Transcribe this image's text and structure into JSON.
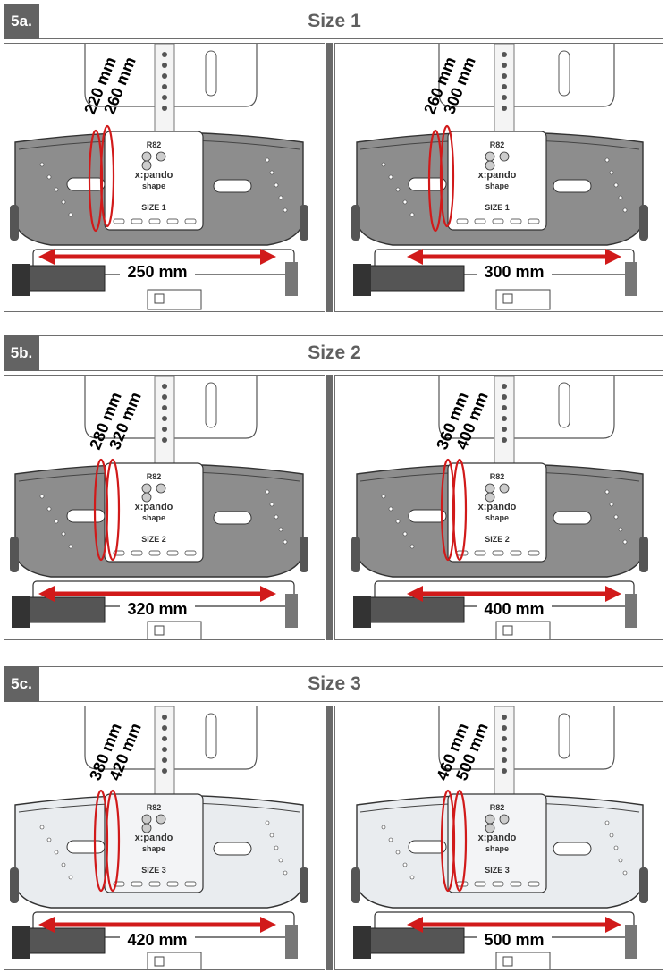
{
  "sections": [
    {
      "tag": "5a.",
      "title": "Size 1",
      "size_label": "SIZE 1",
      "left": {
        "depth_a": "220 mm",
        "depth_b": "260 mm",
        "width": "250 mm"
      },
      "right": {
        "depth_a": "260 mm",
        "depth_b": "300 mm",
        "width": "300 mm"
      }
    },
    {
      "tag": "5b.",
      "title": "Size 2",
      "size_label": "SIZE 2",
      "left": {
        "depth_a": "280 mm",
        "depth_b": "320 mm",
        "width": "320 mm"
      },
      "right": {
        "depth_a": "360 mm",
        "depth_b": "400 mm",
        "width": "400 mm"
      }
    },
    {
      "tag": "5c.",
      "title": "Size 3",
      "size_label": "SIZE 3",
      "left": {
        "depth_a": "380 mm",
        "depth_b": "420 mm",
        "width": "420 mm"
      },
      "right": {
        "depth_a": "460 mm",
        "depth_b": "500 mm",
        "width": "500 mm"
      }
    }
  ],
  "brand": {
    "logo_text": "x:pando",
    "sub_text": "shape",
    "maker": "R82"
  },
  "colors": {
    "header_tag": "#636363",
    "title": "#5f5f5f",
    "arrow": "#d11a1a",
    "frame": "#6e6e6e"
  }
}
